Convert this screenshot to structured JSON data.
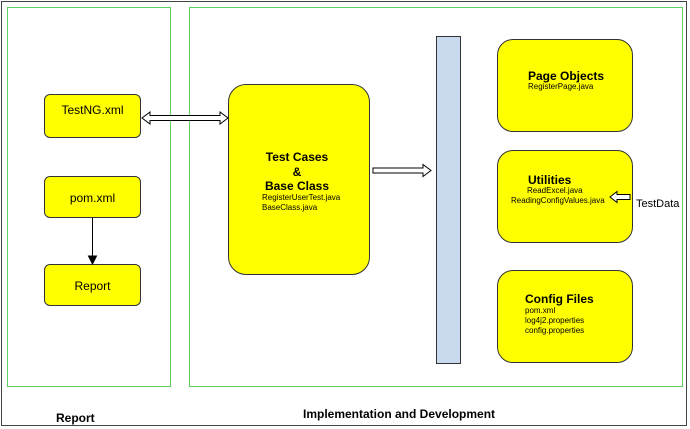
{
  "report_section": {
    "caption": "Report",
    "testng": "TestNG.xml",
    "pom": "pom.xml",
    "report": "Report"
  },
  "impl_section": {
    "caption": "Implementation and Development",
    "test_cases": {
      "title_line1": "Test Cases",
      "title_line2": "&",
      "title_line3": "Base Class",
      "files": [
        "RegisterUserTest.java",
        "BaseClass.java"
      ]
    },
    "page_objects": {
      "title": "Page Objects",
      "files": [
        "RegisterPage.java"
      ]
    },
    "utilities": {
      "title": "Utilities",
      "files": [
        "ReadExcel.java",
        "ReadingConfigValues.java"
      ]
    },
    "config_files": {
      "title": "Config Files",
      "files": [
        "pom.xml",
        "log4j2.properties",
        "config.properties"
      ]
    },
    "test_data": "TestData"
  },
  "colors": {
    "box_fill": "#ffff00",
    "panel_border": "#5ccf5c",
    "bar_fill": "#c9d9ee"
  }
}
